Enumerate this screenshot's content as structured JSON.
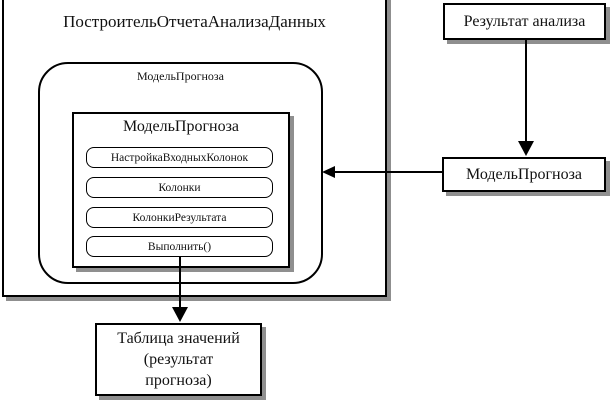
{
  "builder": {
    "title": "ПостроительОтчетаАнализаДанных"
  },
  "models_group": {
    "label": "МодельПрогноза"
  },
  "model_class": {
    "title": "МодельПрогноза",
    "members": [
      "НастройкаВходныхКолонок",
      "Колонки",
      "КолонкиРезультата",
      "Выполнить()"
    ]
  },
  "analysis_result": {
    "label": "Результат анализа"
  },
  "forecast_model": {
    "label": "МодельПрогноза"
  },
  "values_table": {
    "lines": [
      "Таблица значений",
      "(результат",
      "прогноза)"
    ]
  },
  "colors": {
    "line": "#000000",
    "shadow": "#8f8f8f",
    "background": "#ffffff",
    "text": "#111111"
  }
}
